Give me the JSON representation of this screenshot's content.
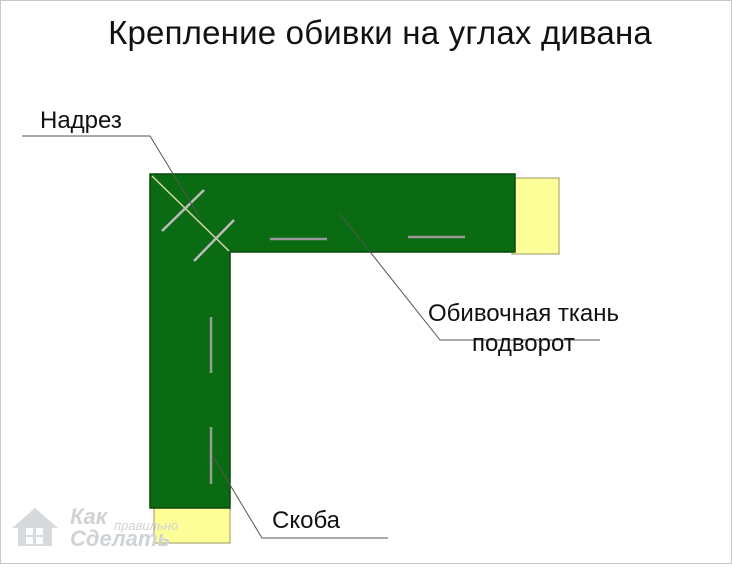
{
  "title": "Крепление обивки на углах дивана",
  "labels": {
    "cut": "Надрез",
    "fabric_line1": "Обивочная ткань",
    "fabric_line2": "подворот",
    "staple": "Скоба"
  },
  "watermark": {
    "line1": "Как",
    "line2": "правильно",
    "line3": "Сделать"
  },
  "colors": {
    "fabric": "#0a6b12",
    "frame_wood": "#ffff99",
    "staple": "#8a8a8a",
    "leader": "#444444"
  }
}
